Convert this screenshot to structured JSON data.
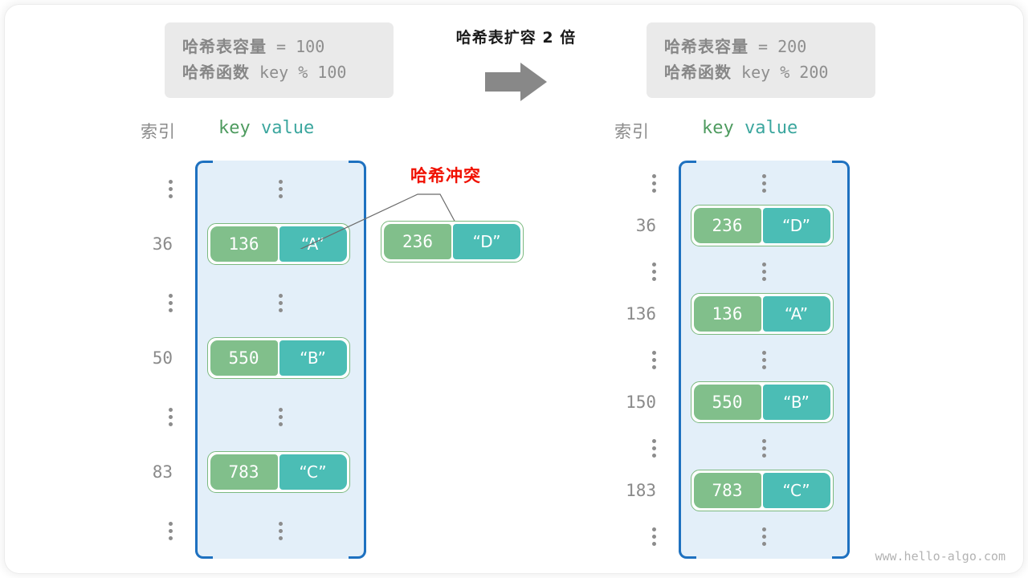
{
  "meta": {
    "watermark": "www.hello-algo.com"
  },
  "header": {
    "left_box": {
      "line1_label": "哈希表容量",
      "line1_value": " = 100",
      "line2_label": "哈希函数",
      "line2_value": " key % 100"
    },
    "center": {
      "title": "哈希表扩容 2 倍",
      "arrow_icon": "right-arrow-icon"
    },
    "right_box": {
      "line1_label": "哈希表容量",
      "line1_value": " = 200",
      "line2_label": "哈希函数",
      "line2_value": " key % 200"
    }
  },
  "columns": {
    "index_header": "索引",
    "key_header": "key",
    "value_header": "value"
  },
  "annotation": {
    "collision_label": "哈希冲突",
    "detached_entry": {
      "key": "236",
      "value": "“D”"
    }
  },
  "colors": {
    "key_cell": "#81bf8b",
    "value_cell": "#4bbdb5",
    "table_fill": "#e3eff9",
    "table_border": "#1e71c0",
    "entry_border": "#7bb97f",
    "info_box_bg": "#eaeaea",
    "collision_red": "#f01000",
    "arrow_gray": "#888888",
    "index_gray": "#8a8a8a",
    "key_header_green": "#4e9b5f",
    "value_header_teal": "#3ba69e"
  },
  "left_table": {
    "rows": [
      {
        "index": "⋮",
        "type": "ellipsis"
      },
      {
        "index": "36",
        "type": "entry",
        "key": "136",
        "value": "“A”"
      },
      {
        "index": "⋮",
        "type": "ellipsis"
      },
      {
        "index": "50",
        "type": "entry",
        "key": "550",
        "value": "“B”"
      },
      {
        "index": "⋮",
        "type": "ellipsis"
      },
      {
        "index": "83",
        "type": "entry",
        "key": "783",
        "value": "“C”"
      },
      {
        "index": "⋮",
        "type": "ellipsis"
      }
    ]
  },
  "right_table": {
    "rows": [
      {
        "index": "⋮",
        "type": "ellipsis"
      },
      {
        "index": "36",
        "type": "entry",
        "key": "236",
        "value": "“D”"
      },
      {
        "index": "⋮",
        "type": "ellipsis"
      },
      {
        "index": "136",
        "type": "entry",
        "key": "136",
        "value": "“A”"
      },
      {
        "index": "⋮",
        "type": "ellipsis"
      },
      {
        "index": "150",
        "type": "entry",
        "key": "550",
        "value": "“B”"
      },
      {
        "index": "⋮",
        "type": "ellipsis"
      },
      {
        "index": "183",
        "type": "entry",
        "key": "783",
        "value": "“C”"
      },
      {
        "index": "⋮",
        "type": "ellipsis"
      }
    ]
  }
}
